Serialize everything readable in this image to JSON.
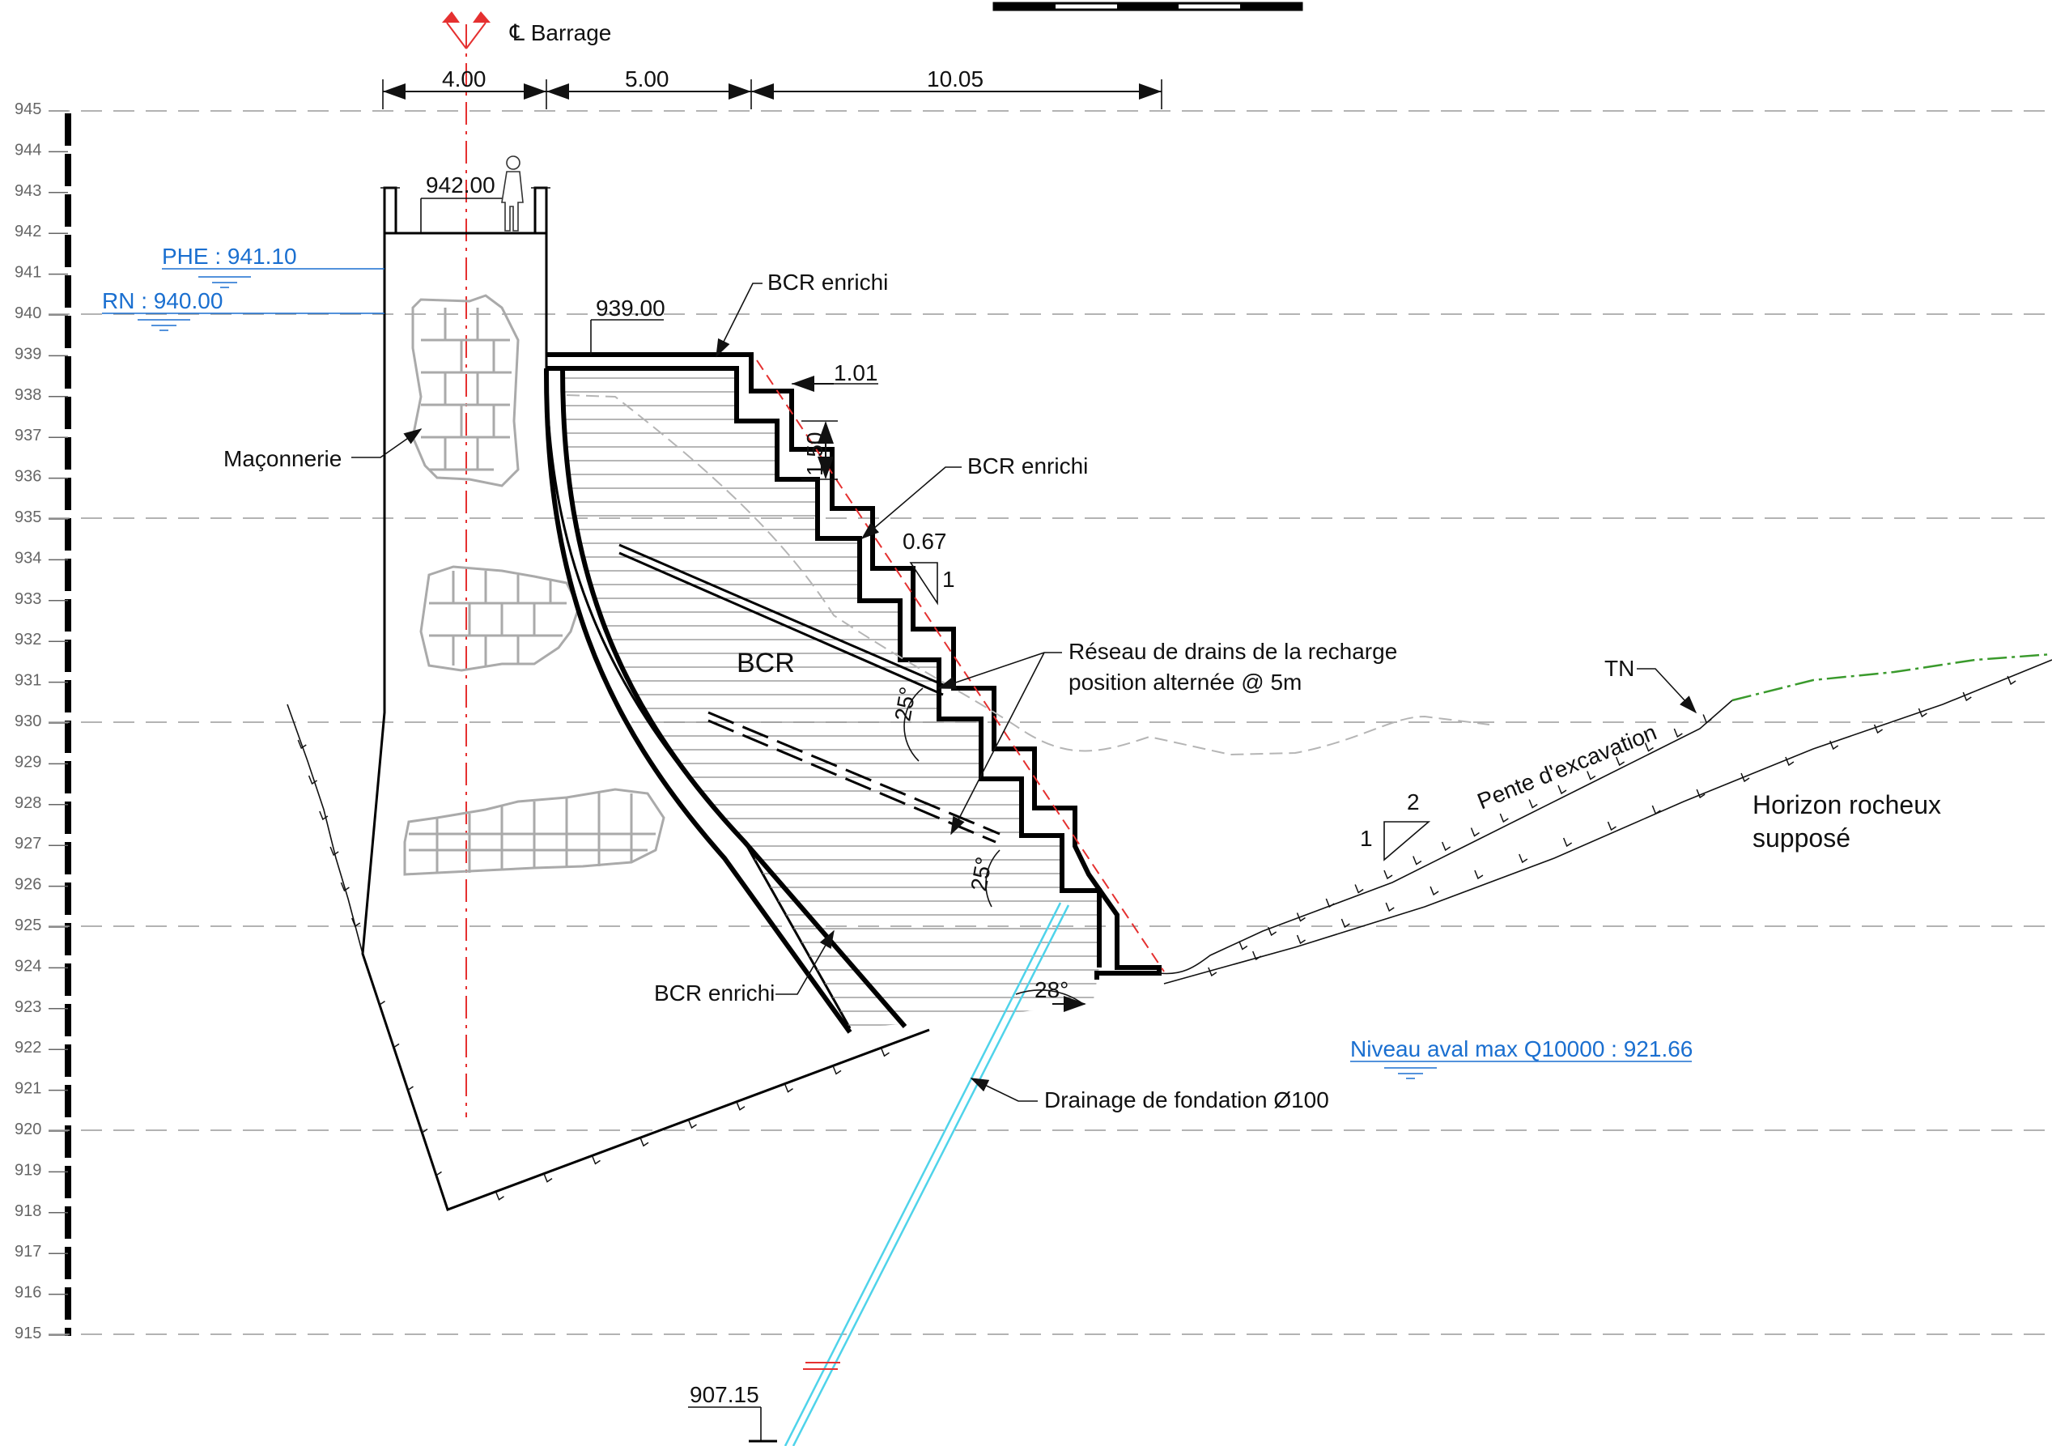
{
  "centerline_label": "℄ Barrage",
  "dimensions": {
    "crest_width": "4.00",
    "upper_offset": "5.00",
    "base_offset": "10.05",
    "step_width": "1.01",
    "step_height": "1.50",
    "crest_elevation": "942.00",
    "recharge_top_elevation": "939.00",
    "drain_bottom_elevation": "907.15"
  },
  "water_levels": {
    "phe": "PHE : 941.10",
    "rn": "RN : 940.00",
    "downstream_max": "Niveau aval max Q10000 : 921.66"
  },
  "labels": {
    "bcr_enrichi_top": "BCR enrichi",
    "bcr_enrichi_steps": "BCR enrichi",
    "bcr_enrichi_bottom": "BCR enrichi",
    "maconnerie": "Maçonnerie",
    "bcr": "BCR",
    "drains_line1": "Réseau de drains de la recharge",
    "drains_line2": "position alternée @ 5m",
    "drainage_fondation": "Drainage de fondation Ø100",
    "tn": "TN",
    "pente_excavation": "Pente d'excavation",
    "horizon_line1": "Horizon rocheux",
    "horizon_line2": "supposé"
  },
  "slopes": {
    "downstream_h": "0.67",
    "downstream_v": "1",
    "excavation_h": "2",
    "excavation_v": "1"
  },
  "angles": {
    "drain_upper": "25°",
    "drain_lower": "25°",
    "foundation_drain": "28°"
  },
  "elevation_scale": [
    "945",
    "944",
    "943",
    "942",
    "941",
    "940",
    "939",
    "938",
    "937",
    "936",
    "935",
    "934",
    "933",
    "932",
    "931",
    "930",
    "929",
    "928",
    "927",
    "926",
    "925",
    "924",
    "923",
    "922",
    "921",
    "920",
    "919",
    "918",
    "917",
    "916",
    "915"
  ],
  "colors": {
    "axis_red": "#e53030",
    "water_blue": "#1a6fd0",
    "drain_cyan": "#4fd3ea",
    "terrain_green": "#3a9a2c"
  }
}
